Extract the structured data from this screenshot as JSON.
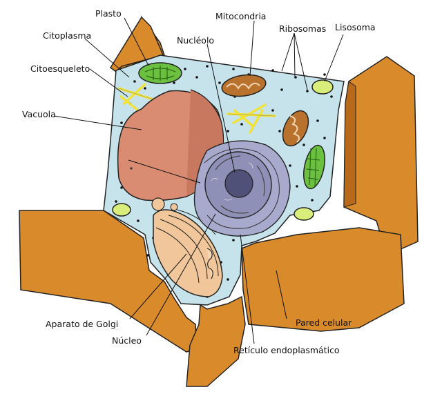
{
  "labels": {
    "plasto": "Plasto",
    "mitocondria": "Mitocondria",
    "ribosomas": "Ribosomas",
    "lisosoma": "Lisosoma",
    "citoplasma": "Citoplasma",
    "nucleolo": "Nucléolo",
    "citoesqueleto": "Citoesqueleto",
    "vacuola": "Vacuola",
    "aparato_golgi": "Aparato de Golgi",
    "nucleo": "Núcleo",
    "pared_celular": "Pared celular",
    "reticulo": "Retículo endoplasmático"
  },
  "colors": {
    "wall": "#d98a2a",
    "wall_dark": "#b8691a",
    "cytoplasm": "#c6e3ec",
    "vacuole": "#d98c72",
    "nucleus": "#8e90b8",
    "nucleolus": "#4f5178",
    "golgi": "#f0c69a",
    "plastid": "#6cc040",
    "mitochondria": "#b8722e",
    "lysosome": "#d9ee7a",
    "cytoskeleton": "#f0e23a"
  }
}
